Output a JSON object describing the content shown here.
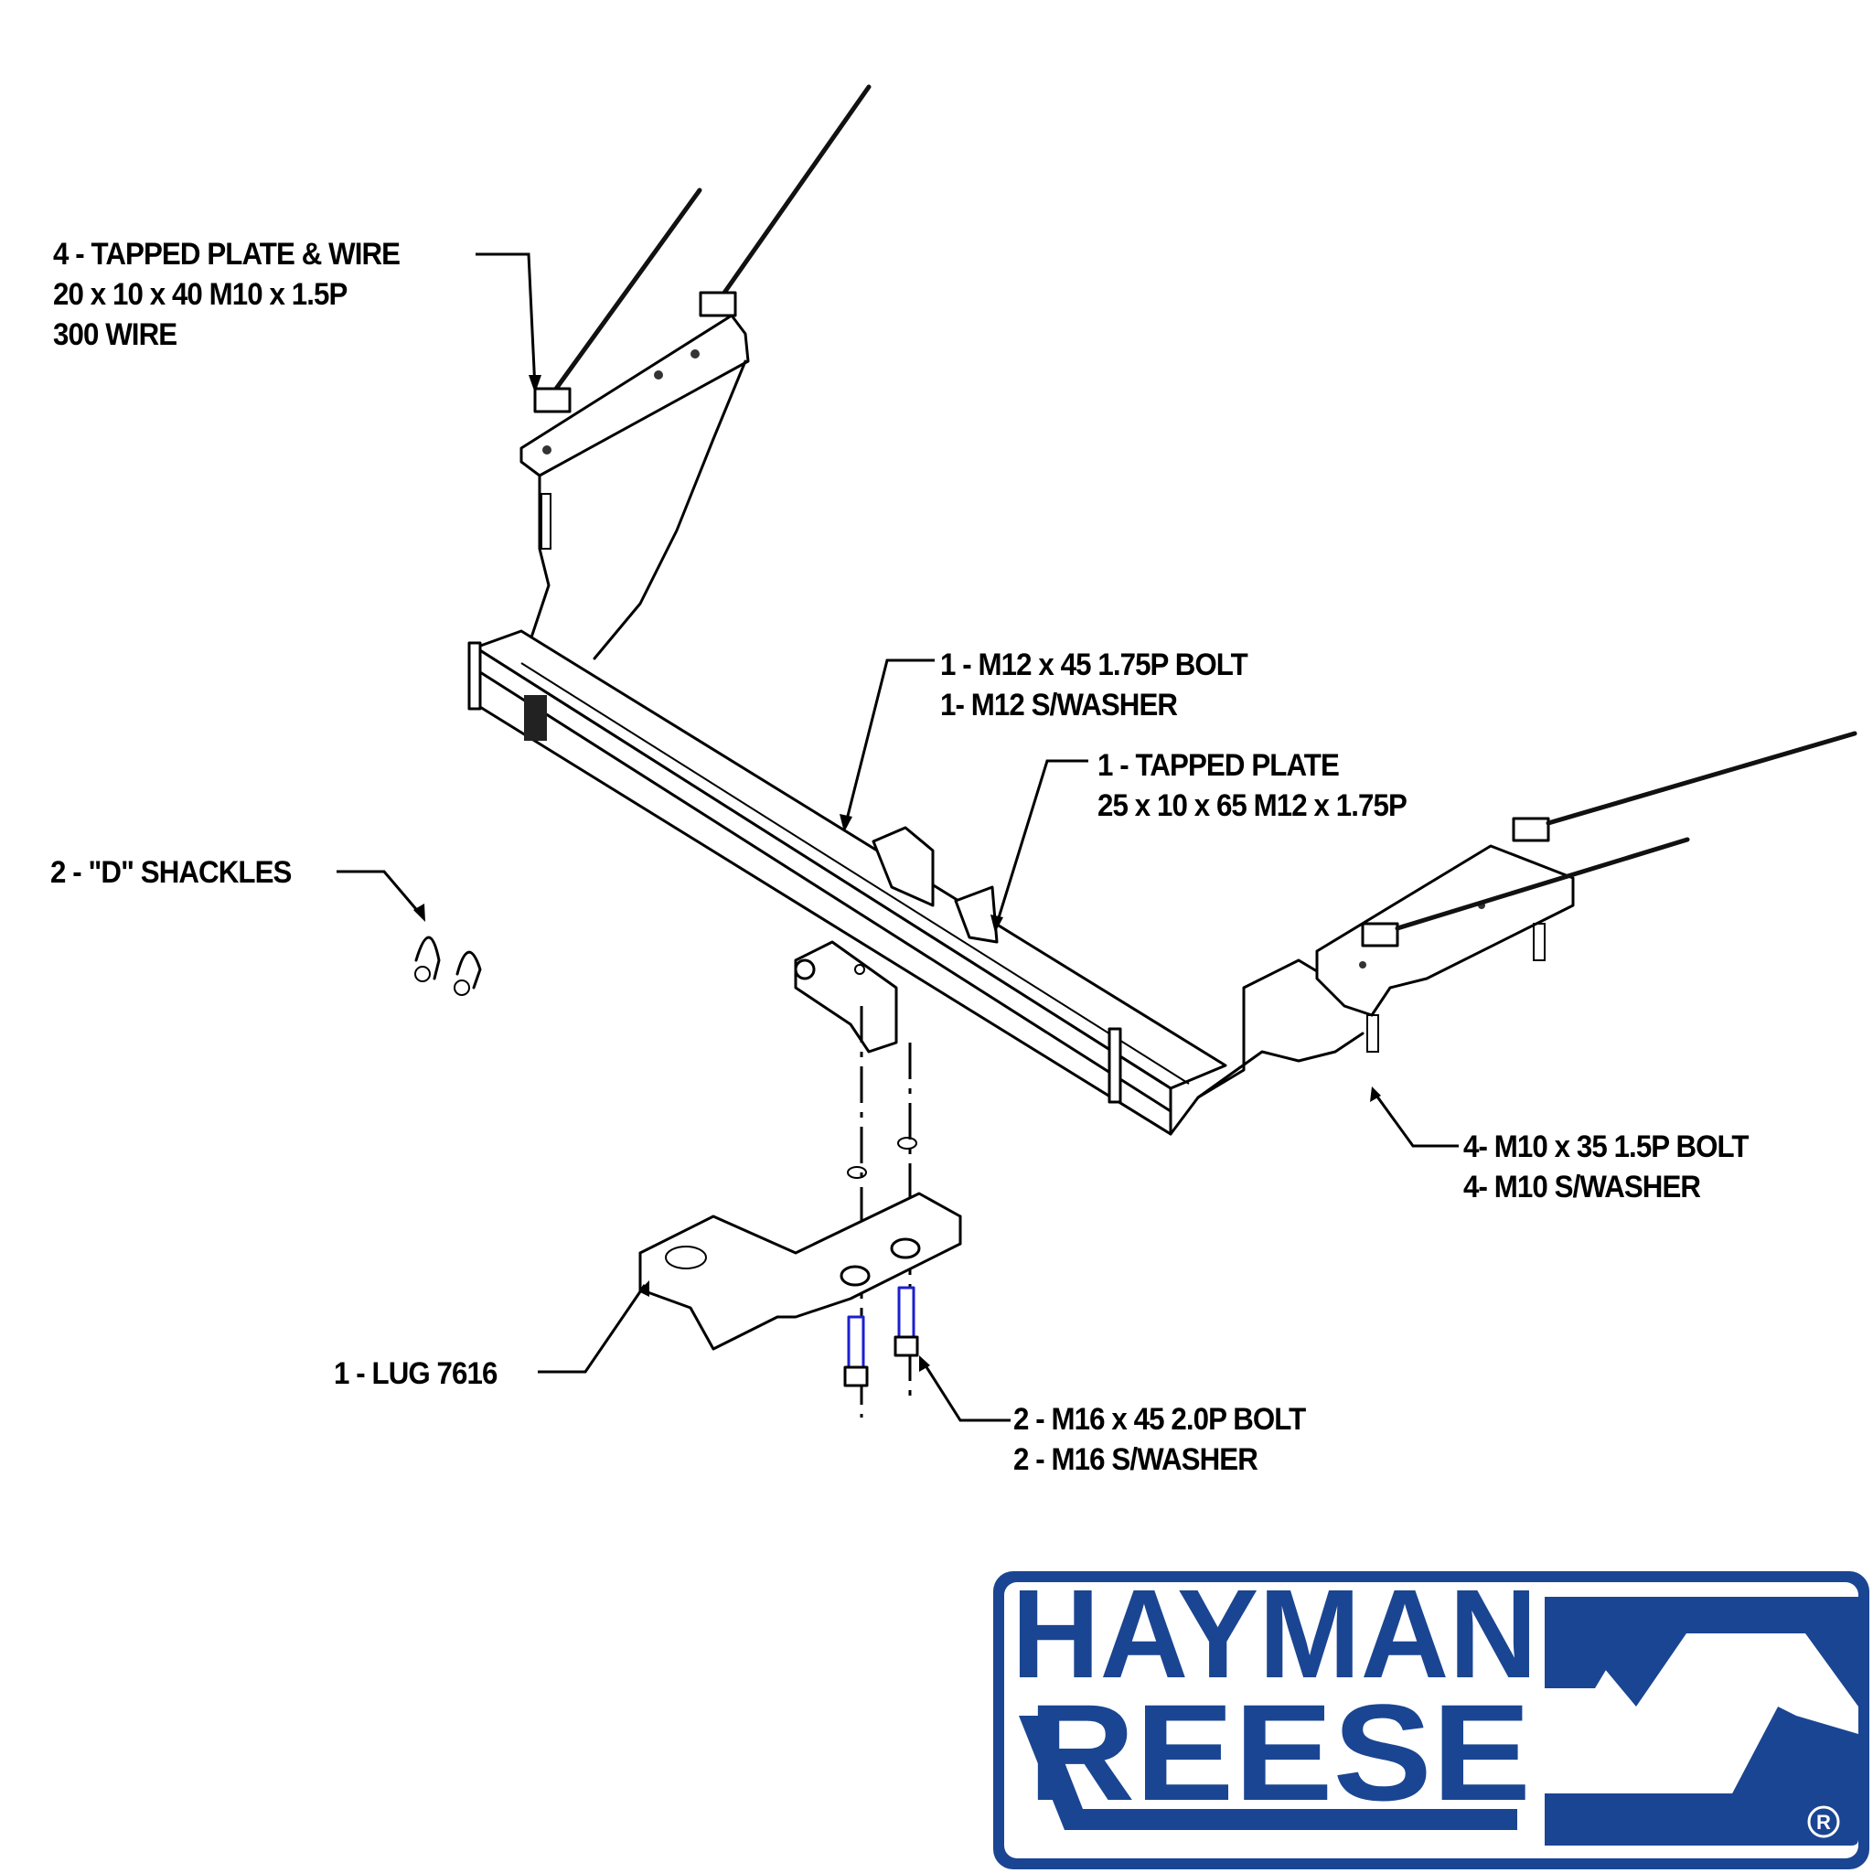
{
  "diagram": {
    "title": "Tow bar installation exploded view",
    "labels": {
      "tapped_plate_wire": [
        "4 - TAPPED PLATE & WIRE",
        "20 x 10 x 40 M10 x 1.5P",
        "300 WIRE"
      ],
      "m12_bolt": [
        "1 - M12 x 45 1.75P BOLT",
        "1-  M12 S/WASHER"
      ],
      "tapped_plate": [
        "1 - TAPPED PLATE",
        "25 x 10 x 65 M12 x 1.75P"
      ],
      "d_shackles": [
        "2 - \"D\" SHACKLES"
      ],
      "m10_bolt": [
        "4- M10 x 35 1.5P BOLT",
        "4- M10 S/WASHER"
      ],
      "lug": [
        "1 - LUG 7616"
      ],
      "m16_bolt": [
        "2 - M16 x 45 2.0P BOLT",
        "2 - M16 S/WASHER"
      ]
    }
  },
  "logo": {
    "line1": "HAYMAN",
    "line2": "REESE",
    "registered_mark": "®",
    "color": "#1a4592"
  }
}
